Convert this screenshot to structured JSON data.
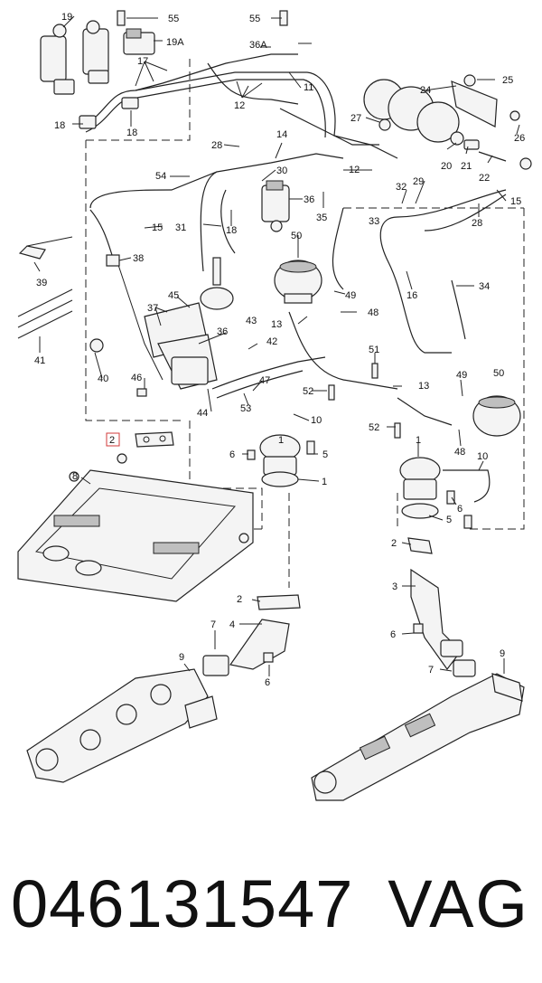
{
  "footer": {
    "part_number": "046131547",
    "brand": "VAG"
  },
  "highlight_color": "#d23a3a",
  "callouts": [
    {
      "id": "c1",
      "text": "1"
    },
    {
      "id": "c2",
      "text": "1"
    },
    {
      "id": "c3",
      "text": "2"
    },
    {
      "id": "c4",
      "text": "2"
    },
    {
      "id": "c5",
      "text": "2"
    },
    {
      "id": "c6",
      "text": "3"
    },
    {
      "id": "c7",
      "text": "4"
    },
    {
      "id": "c8",
      "text": "5"
    },
    {
      "id": "c9",
      "text": "5"
    },
    {
      "id": "c10",
      "text": "6"
    },
    {
      "id": "c11",
      "text": "6"
    },
    {
      "id": "c12",
      "text": "6"
    },
    {
      "id": "c13",
      "text": "7"
    },
    {
      "id": "c14",
      "text": "7"
    },
    {
      "id": "c15",
      "text": "8"
    },
    {
      "id": "c16",
      "text": "9"
    },
    {
      "id": "c17",
      "text": "9"
    },
    {
      "id": "c18",
      "text": "10"
    },
    {
      "id": "c19",
      "text": "10"
    },
    {
      "id": "c20",
      "text": "11"
    },
    {
      "id": "c21",
      "text": "12"
    },
    {
      "id": "c22",
      "text": "12"
    },
    {
      "id": "c23",
      "text": "13"
    },
    {
      "id": "c24",
      "text": "13"
    },
    {
      "id": "c25",
      "text": "14"
    },
    {
      "id": "c26",
      "text": "15"
    },
    {
      "id": "c27",
      "text": "15"
    },
    {
      "id": "c28",
      "text": "16"
    },
    {
      "id": "c29",
      "text": "17"
    },
    {
      "id": "c30",
      "text": "18"
    },
    {
      "id": "c31",
      "text": "18"
    },
    {
      "id": "c32",
      "text": "18"
    },
    {
      "id": "c33",
      "text": "19"
    },
    {
      "id": "c34",
      "text": "19A"
    },
    {
      "id": "c35",
      "text": "20"
    },
    {
      "id": "c36",
      "text": "21"
    },
    {
      "id": "c37",
      "text": "22"
    },
    {
      "id": "c38",
      "text": "24"
    },
    {
      "id": "c39",
      "text": "25"
    },
    {
      "id": "c40",
      "text": "26"
    },
    {
      "id": "c41",
      "text": "27"
    },
    {
      "id": "c42",
      "text": "28"
    },
    {
      "id": "c43",
      "text": "28"
    },
    {
      "id": "c44",
      "text": "29"
    },
    {
      "id": "c45",
      "text": "30"
    },
    {
      "id": "c46",
      "text": "31"
    },
    {
      "id": "c47",
      "text": "32"
    },
    {
      "id": "c48",
      "text": "33"
    },
    {
      "id": "c49",
      "text": "34"
    },
    {
      "id": "c50",
      "text": "35"
    },
    {
      "id": "c51",
      "text": "36"
    },
    {
      "id": "c52",
      "text": "36"
    },
    {
      "id": "c53",
      "text": "36A"
    },
    {
      "id": "c54",
      "text": "37"
    },
    {
      "id": "c55",
      "text": "38"
    },
    {
      "id": "c56",
      "text": "39"
    },
    {
      "id": "c57",
      "text": "40"
    },
    {
      "id": "c58",
      "text": "41"
    },
    {
      "id": "c59",
      "text": "42"
    },
    {
      "id": "c60",
      "text": "43"
    },
    {
      "id": "c61",
      "text": "44"
    },
    {
      "id": "c62",
      "text": "45"
    },
    {
      "id": "c63",
      "text": "46"
    },
    {
      "id": "c64",
      "text": "47"
    },
    {
      "id": "c65",
      "text": "48"
    },
    {
      "id": "c66",
      "text": "48"
    },
    {
      "id": "c67",
      "text": "49"
    },
    {
      "id": "c68",
      "text": "49"
    },
    {
      "id": "c69",
      "text": "50"
    },
    {
      "id": "c70",
      "text": "50"
    },
    {
      "id": "c71",
      "text": "51"
    },
    {
      "id": "c72",
      "text": "52"
    },
    {
      "id": "c73",
      "text": "52"
    },
    {
      "id": "c74",
      "text": "53"
    },
    {
      "id": "c75",
      "text": "54"
    },
    {
      "id": "c76",
      "text": "55"
    },
    {
      "id": "c77",
      "text": "55"
    }
  ]
}
